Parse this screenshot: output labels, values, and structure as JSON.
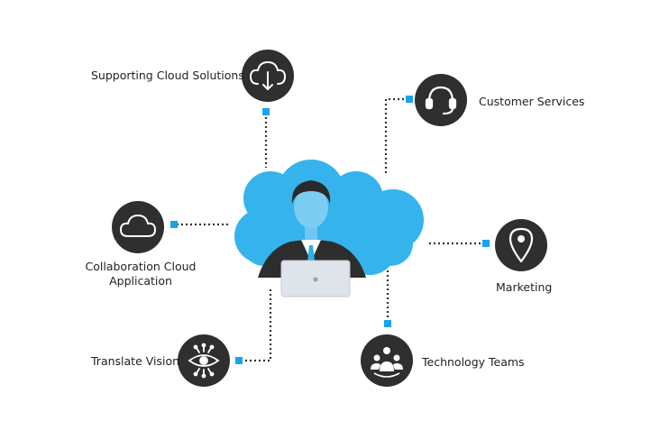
{
  "colors": {
    "cloud": "#35b3ec",
    "node": "#2f2f2f",
    "connector_square": "#1aa3e8",
    "dots": "#333333",
    "label": "#222222"
  },
  "center": {
    "icon": "businessman-with-laptop-icon"
  },
  "nodes": [
    {
      "label": "Supporting Cloud Solutions",
      "icon": "cloud-download-icon"
    },
    {
      "label": "Customer Services",
      "icon": "headset-icon"
    },
    {
      "label": "Collaboration Cloud Application",
      "label_lines": [
        "Collaboration Cloud",
        "Application"
      ],
      "icon": "cloud-icon"
    },
    {
      "label": "Marketing",
      "icon": "map-pin-icon"
    },
    {
      "label": "Translate Vision",
      "icon": "eye-circuit-icon"
    },
    {
      "label": "Technology Teams",
      "icon": "team-icon"
    }
  ]
}
